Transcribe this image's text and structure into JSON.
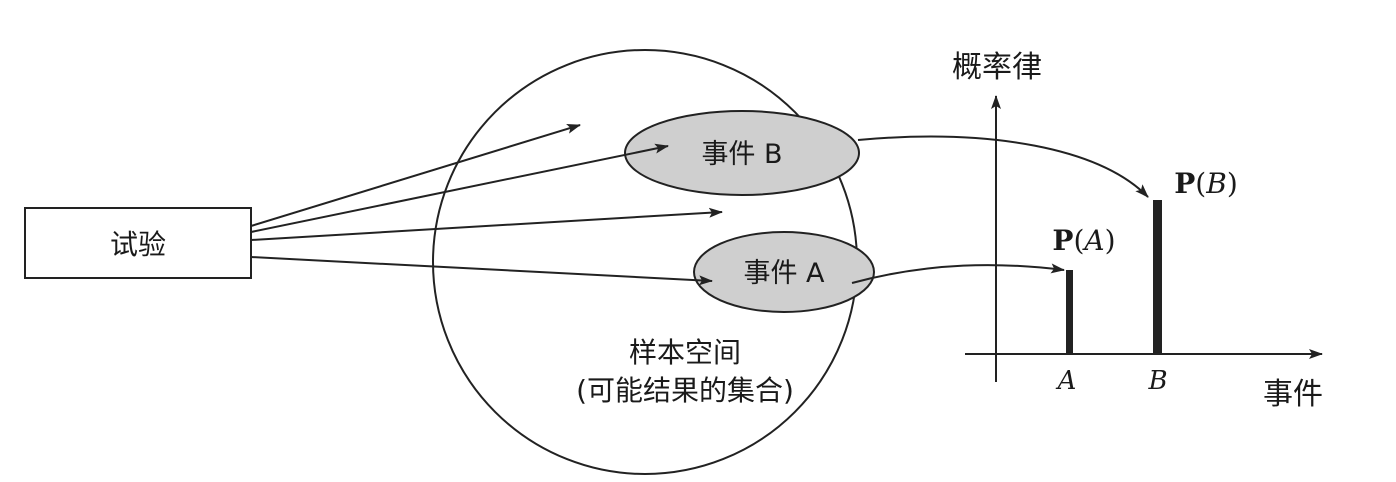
{
  "experiment": {
    "label": "试验"
  },
  "sample_space": {
    "line1": "样本空间",
    "line2": "(可能结果的集合)"
  },
  "event_b": {
    "label": "事件 B"
  },
  "event_a": {
    "label": "事件 A"
  },
  "plot": {
    "y_axis_label": "概率律",
    "x_axis_label": "事件",
    "tick_a": "A",
    "tick_b": "B",
    "prob_a": {
      "prefix": "P",
      "open": "(",
      "name": "A",
      "close": ")"
    },
    "prob_b": {
      "prefix": "P",
      "open": "(",
      "name": "B",
      "close": ")"
    }
  },
  "colors": {
    "ink": "#222222",
    "event_fill": "#cfcfcf",
    "bar": "#222222"
  }
}
